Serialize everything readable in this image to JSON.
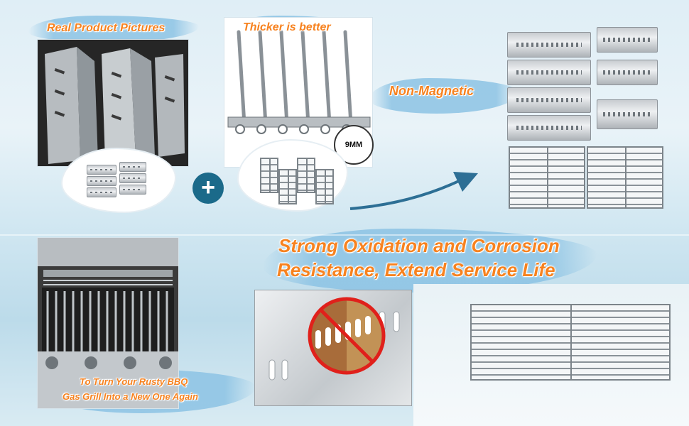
{
  "labels": {
    "real_product": "Real Product Pictures",
    "thicker": "Thicker is better",
    "thickness": "9MM",
    "non_magnetic": "Non-Magnetic",
    "headline_1": "Strong Oxidation and Corrosion",
    "headline_2": "Resistance, Extend Service Life",
    "bottom_1": "To Turn Your Rusty BBQ",
    "bottom_2": "Gas Grill Into a New One Again",
    "plus": "+"
  },
  "colors": {
    "orange": "#f7821f",
    "teal_plus": "#1b6a8a",
    "arrow": "#2d6f95",
    "no_symbol": "#e0201b"
  },
  "icons": {
    "plus": "plus-circle-icon",
    "arrow": "curved-arrow-icon",
    "prohibited": "prohibited-icon"
  }
}
